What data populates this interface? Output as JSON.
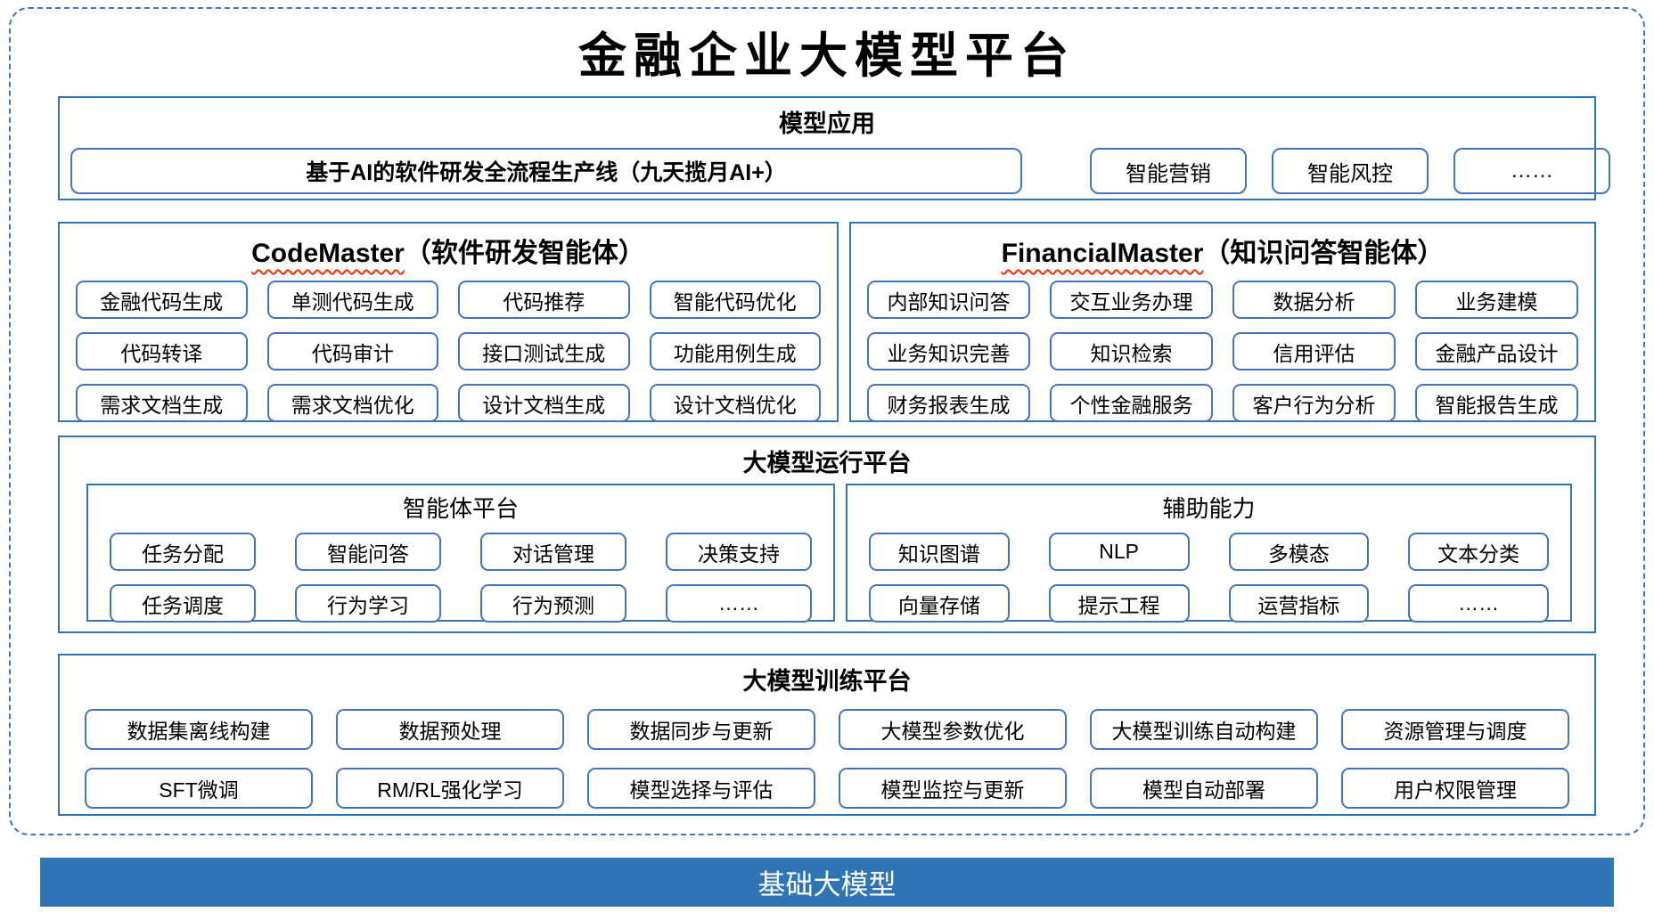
{
  "title": "金融企业大模型平台",
  "model_app": {
    "title": "模型应用",
    "pipeline": "基于AI的软件研发全流程生产线（九天揽月AI+）",
    "items": [
      "智能营销",
      "智能风控",
      "……"
    ]
  },
  "code_master": {
    "name": "CodeMaster",
    "subtitle": "（软件研发智能体）",
    "items": [
      "金融代码生成",
      "单测代码生成",
      "代码推荐",
      "智能代码优化",
      "代码转译",
      "代码审计",
      "接口测试生成",
      "功能用例生成",
      "需求文档生成",
      "需求文档优化",
      "设计文档生成",
      "设计文档优化"
    ]
  },
  "financial_master": {
    "name": "FinancialMaster",
    "subtitle": "（知识问答智能体）",
    "items": [
      "内部知识问答",
      "交互业务办理",
      "数据分析",
      "业务建模",
      "业务知识完善",
      "知识检索",
      "信用评估",
      "金融产品设计",
      "财务报表生成",
      "个性金融服务",
      "客户行为分析",
      "智能报告生成"
    ]
  },
  "runtime": {
    "title": "大模型运行平台",
    "agent_platform": {
      "title": "智能体平台",
      "items": [
        "任务分配",
        "智能问答",
        "对话管理",
        "决策支持",
        "任务调度",
        "行为学习",
        "行为预测",
        "……"
      ]
    },
    "aux_capability": {
      "title": "辅助能力",
      "items": [
        "知识图谱",
        "NLP",
        "多模态",
        "文本分类",
        "向量存储",
        "提示工程",
        "运营指标",
        "……"
      ]
    }
  },
  "training": {
    "title": "大模型训练平台",
    "items": [
      "数据集离线构建",
      "数据预处理",
      "数据同步与更新",
      "大模型参数优化",
      "大模型训练自动构建",
      "资源管理与调度",
      "SFT微调",
      "RM/RL强化学习",
      "模型选择与评估",
      "模型监控与更新",
      "模型自动部署",
      "用户权限管理"
    ]
  },
  "base_model": {
    "title": "基础大模型"
  },
  "colors": {
    "section_border": "#2E75B6",
    "item_border": "#4472C4",
    "dashed_frame": "#4472C4",
    "base_bar_fill": "#2E75B6",
    "base_bar_text": "#FFFFFF",
    "squiggle_underline": "#FF2A00",
    "text": "#000000"
  }
}
